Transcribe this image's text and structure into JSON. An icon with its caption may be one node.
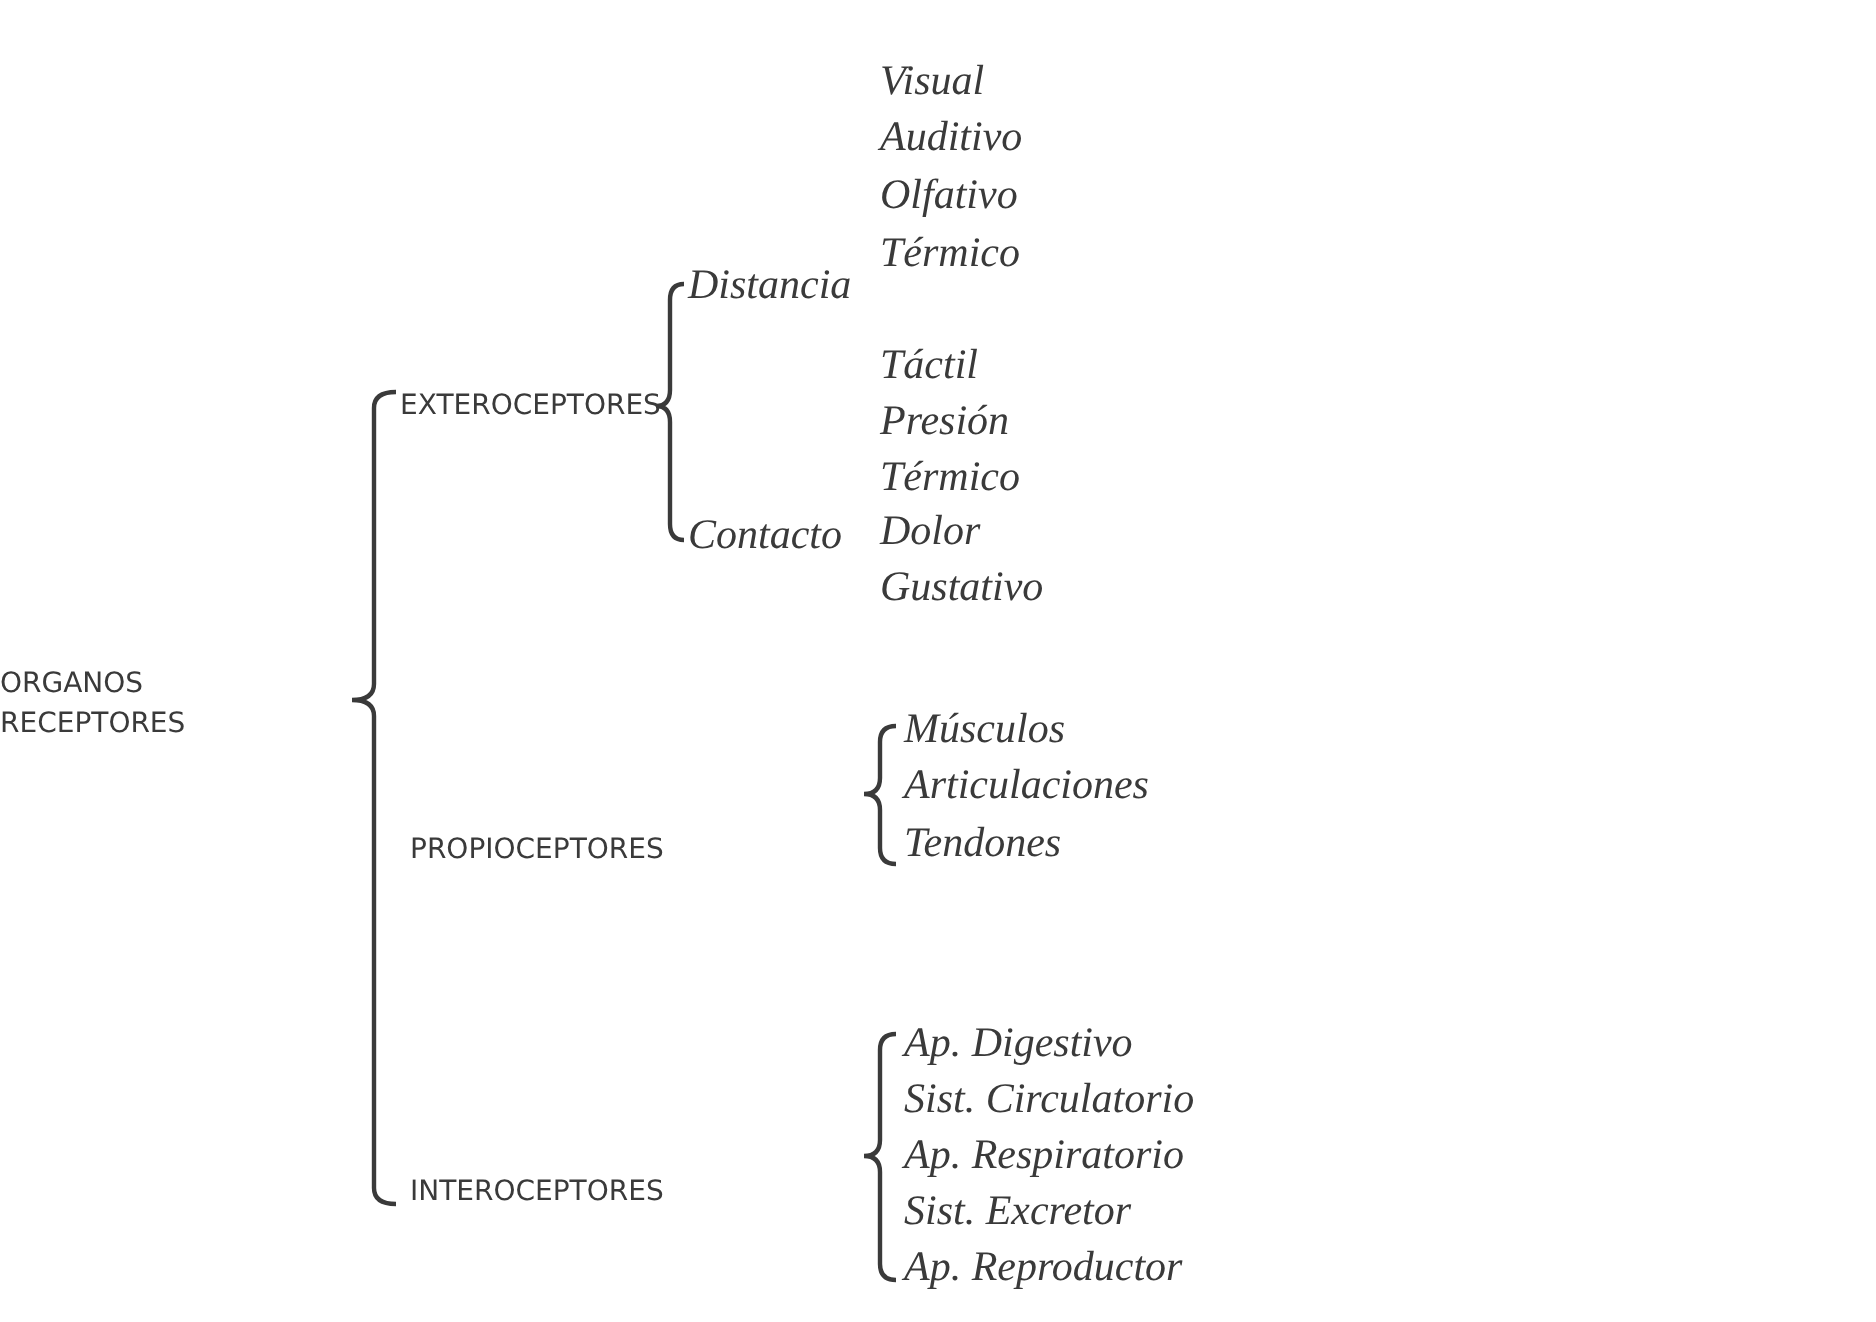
{
  "diagram": {
    "labels": [
      "ORGANOS RECEPTORES",
      "EXTEROCEPTORES",
      "Distancia",
      "Visual",
      "Auditivo",
      "Olfativo",
      "Térmico",
      "Contacto",
      "Táctil",
      "Presión",
      "Térmico",
      "Dolor",
      "Gustativo",
      "PROPIOCEPTORES",
      "Músculos",
      "Articulaciones",
      "Tendones",
      "INTEROCEPTORES",
      "Ap. Digestivo",
      "Sist. Circulatorio",
      "Ap. Respiratorio",
      "Sist. Excretor",
      "Ap. Reproductor"
    ]
  }
}
